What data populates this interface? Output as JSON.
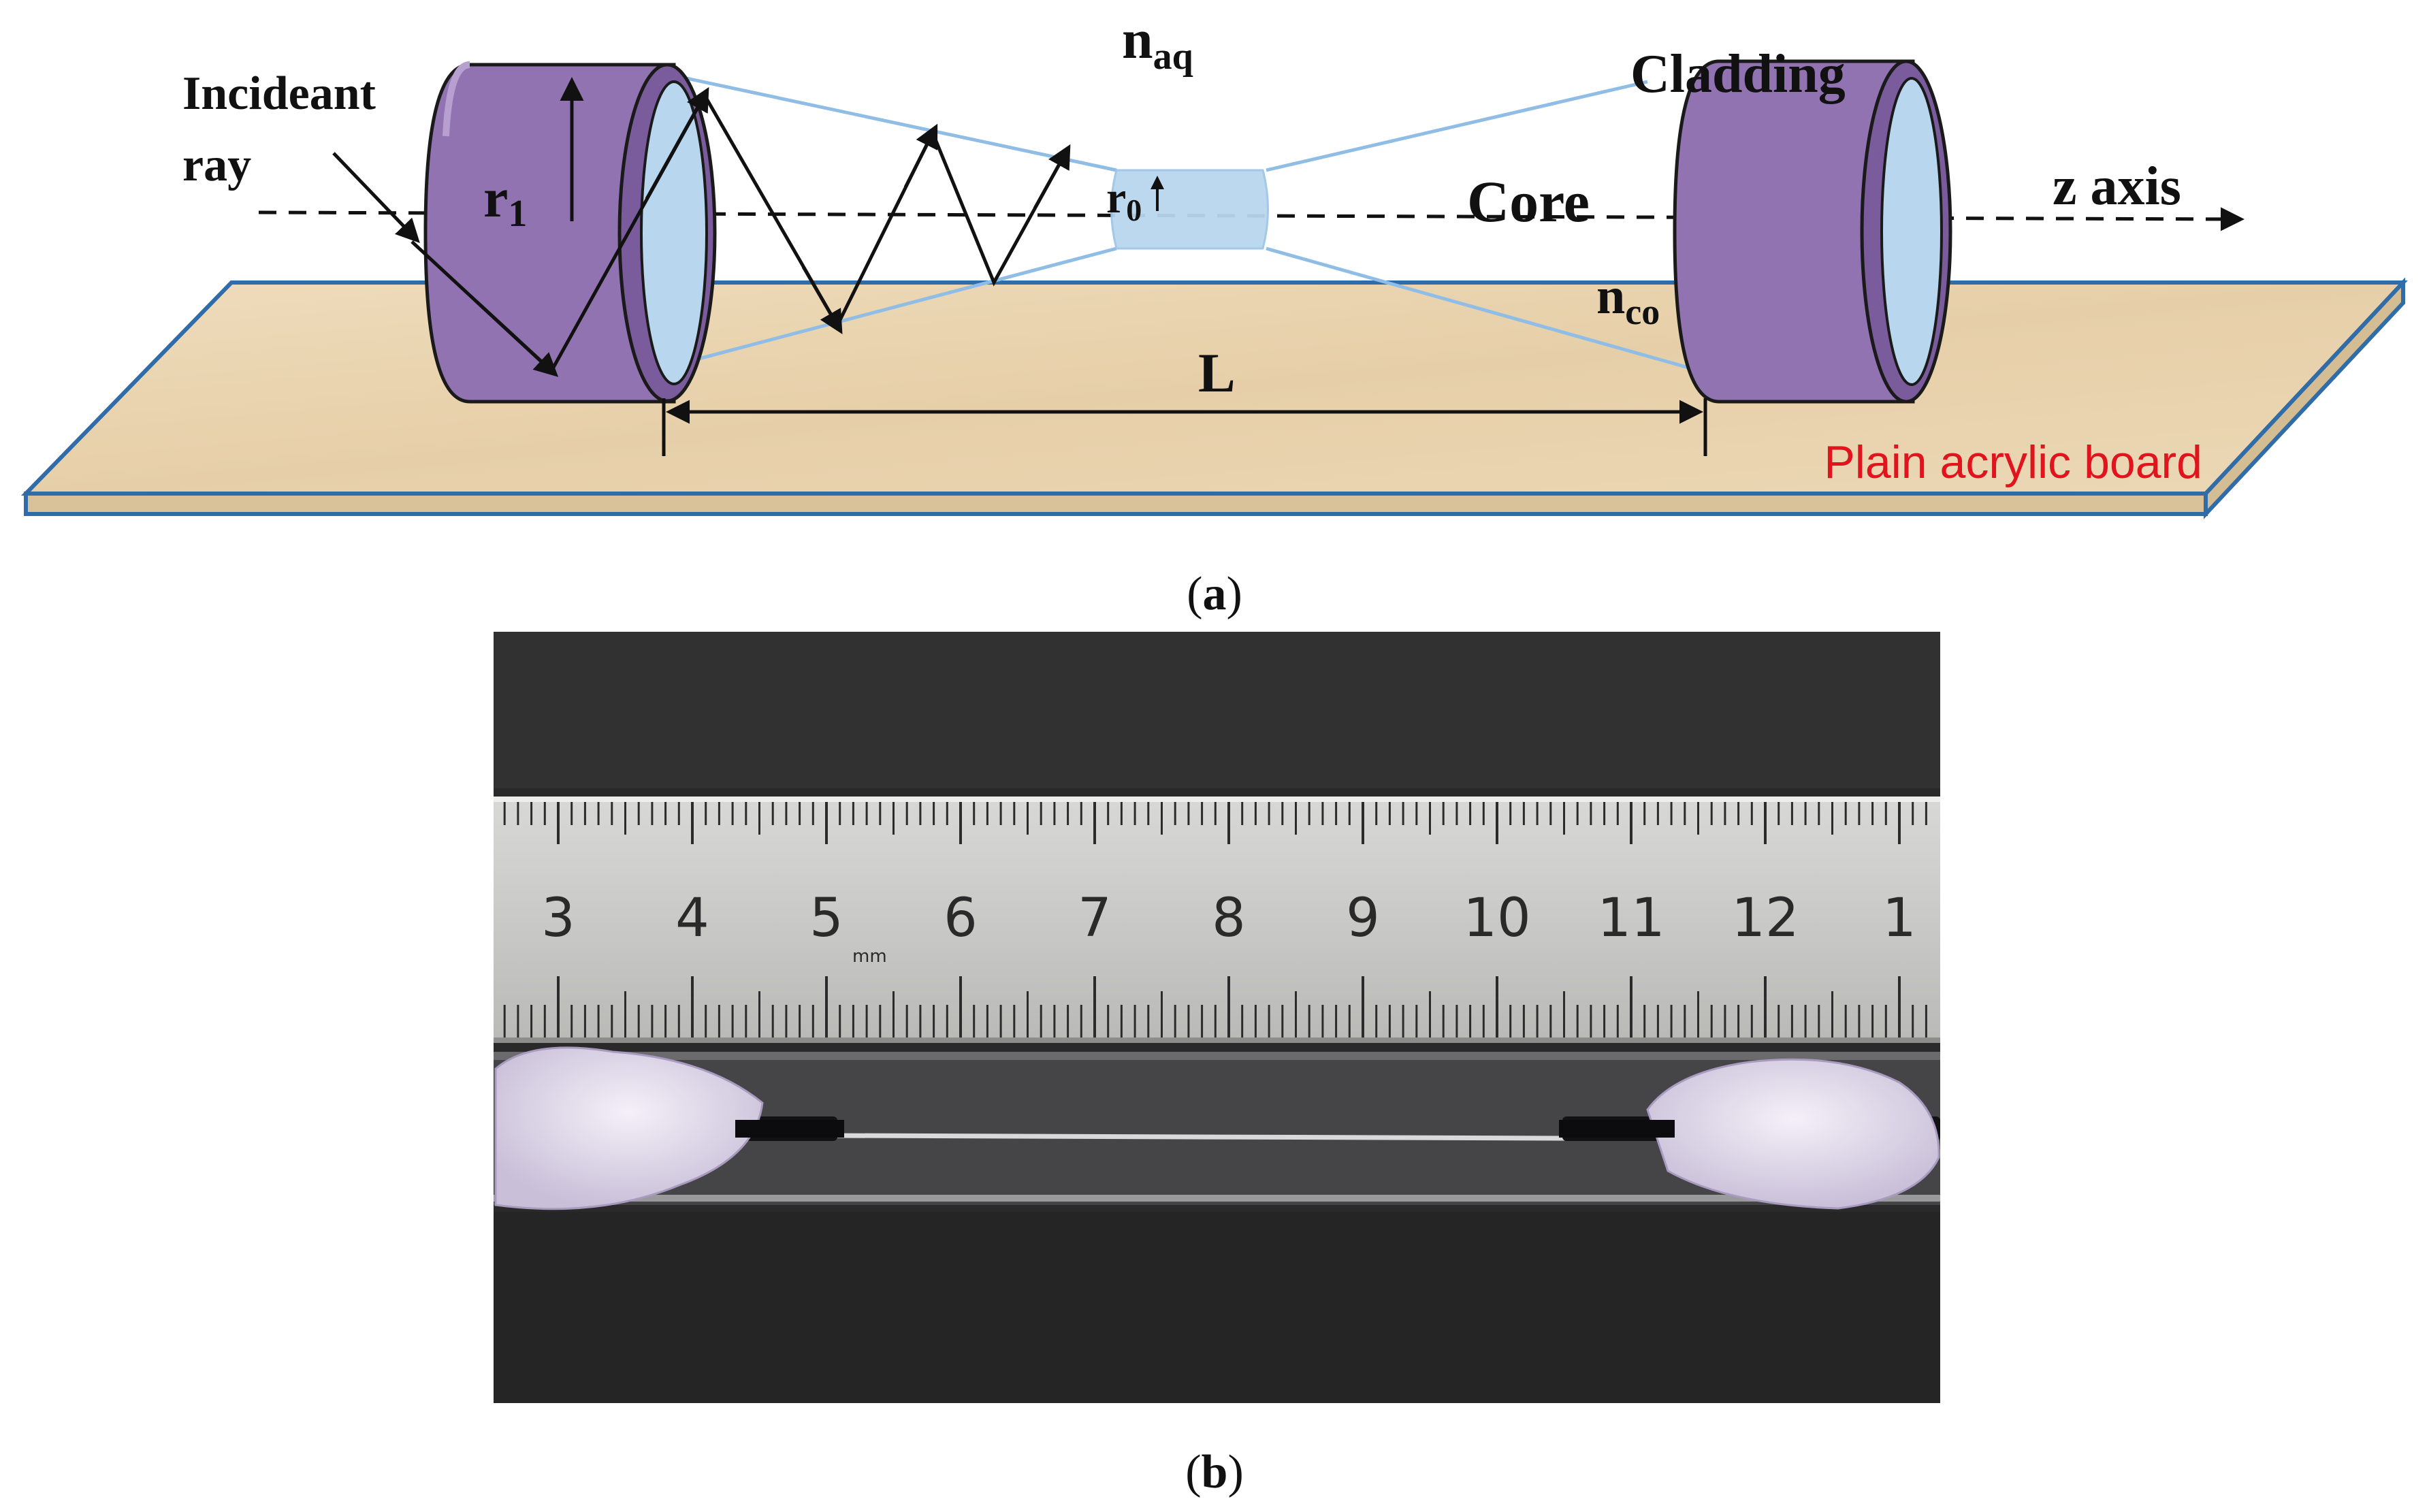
{
  "figure": {
    "panel_a": {
      "caption_open": "(",
      "caption_letter": "a",
      "caption_close": ")",
      "labels": {
        "incident_line1": "Incideant",
        "incident_line2": "ray",
        "r1_base": "r",
        "r1_sub": "1",
        "r0_base": "r",
        "r0_sub": "0",
        "naq_base": "n",
        "naq_sub": "aq",
        "cladding": "Cladding",
        "core": "Core",
        "z_axis": "z axis",
        "nco_base": "n",
        "nco_sub": "co",
        "length": "L",
        "board": "Plain acrylic board"
      },
      "colors": {
        "cylinder": "#9273b2",
        "cylinder_dark": "#7a5c9c",
        "lens": "#b8d6ee",
        "cone_line": "#8fbde6",
        "board_fill": "#ead6b3",
        "board_edge": "#2f6ca8",
        "board_label": "#e0141c"
      }
    },
    "panel_b": {
      "caption_open": "(",
      "caption_letter": "b",
      "caption_close": ")",
      "ruler_numbers": [
        "3",
        "4",
        "5",
        "6",
        "7",
        "8",
        "9",
        "10",
        "11",
        "12",
        "1"
      ],
      "unit_label": "mm"
    }
  }
}
